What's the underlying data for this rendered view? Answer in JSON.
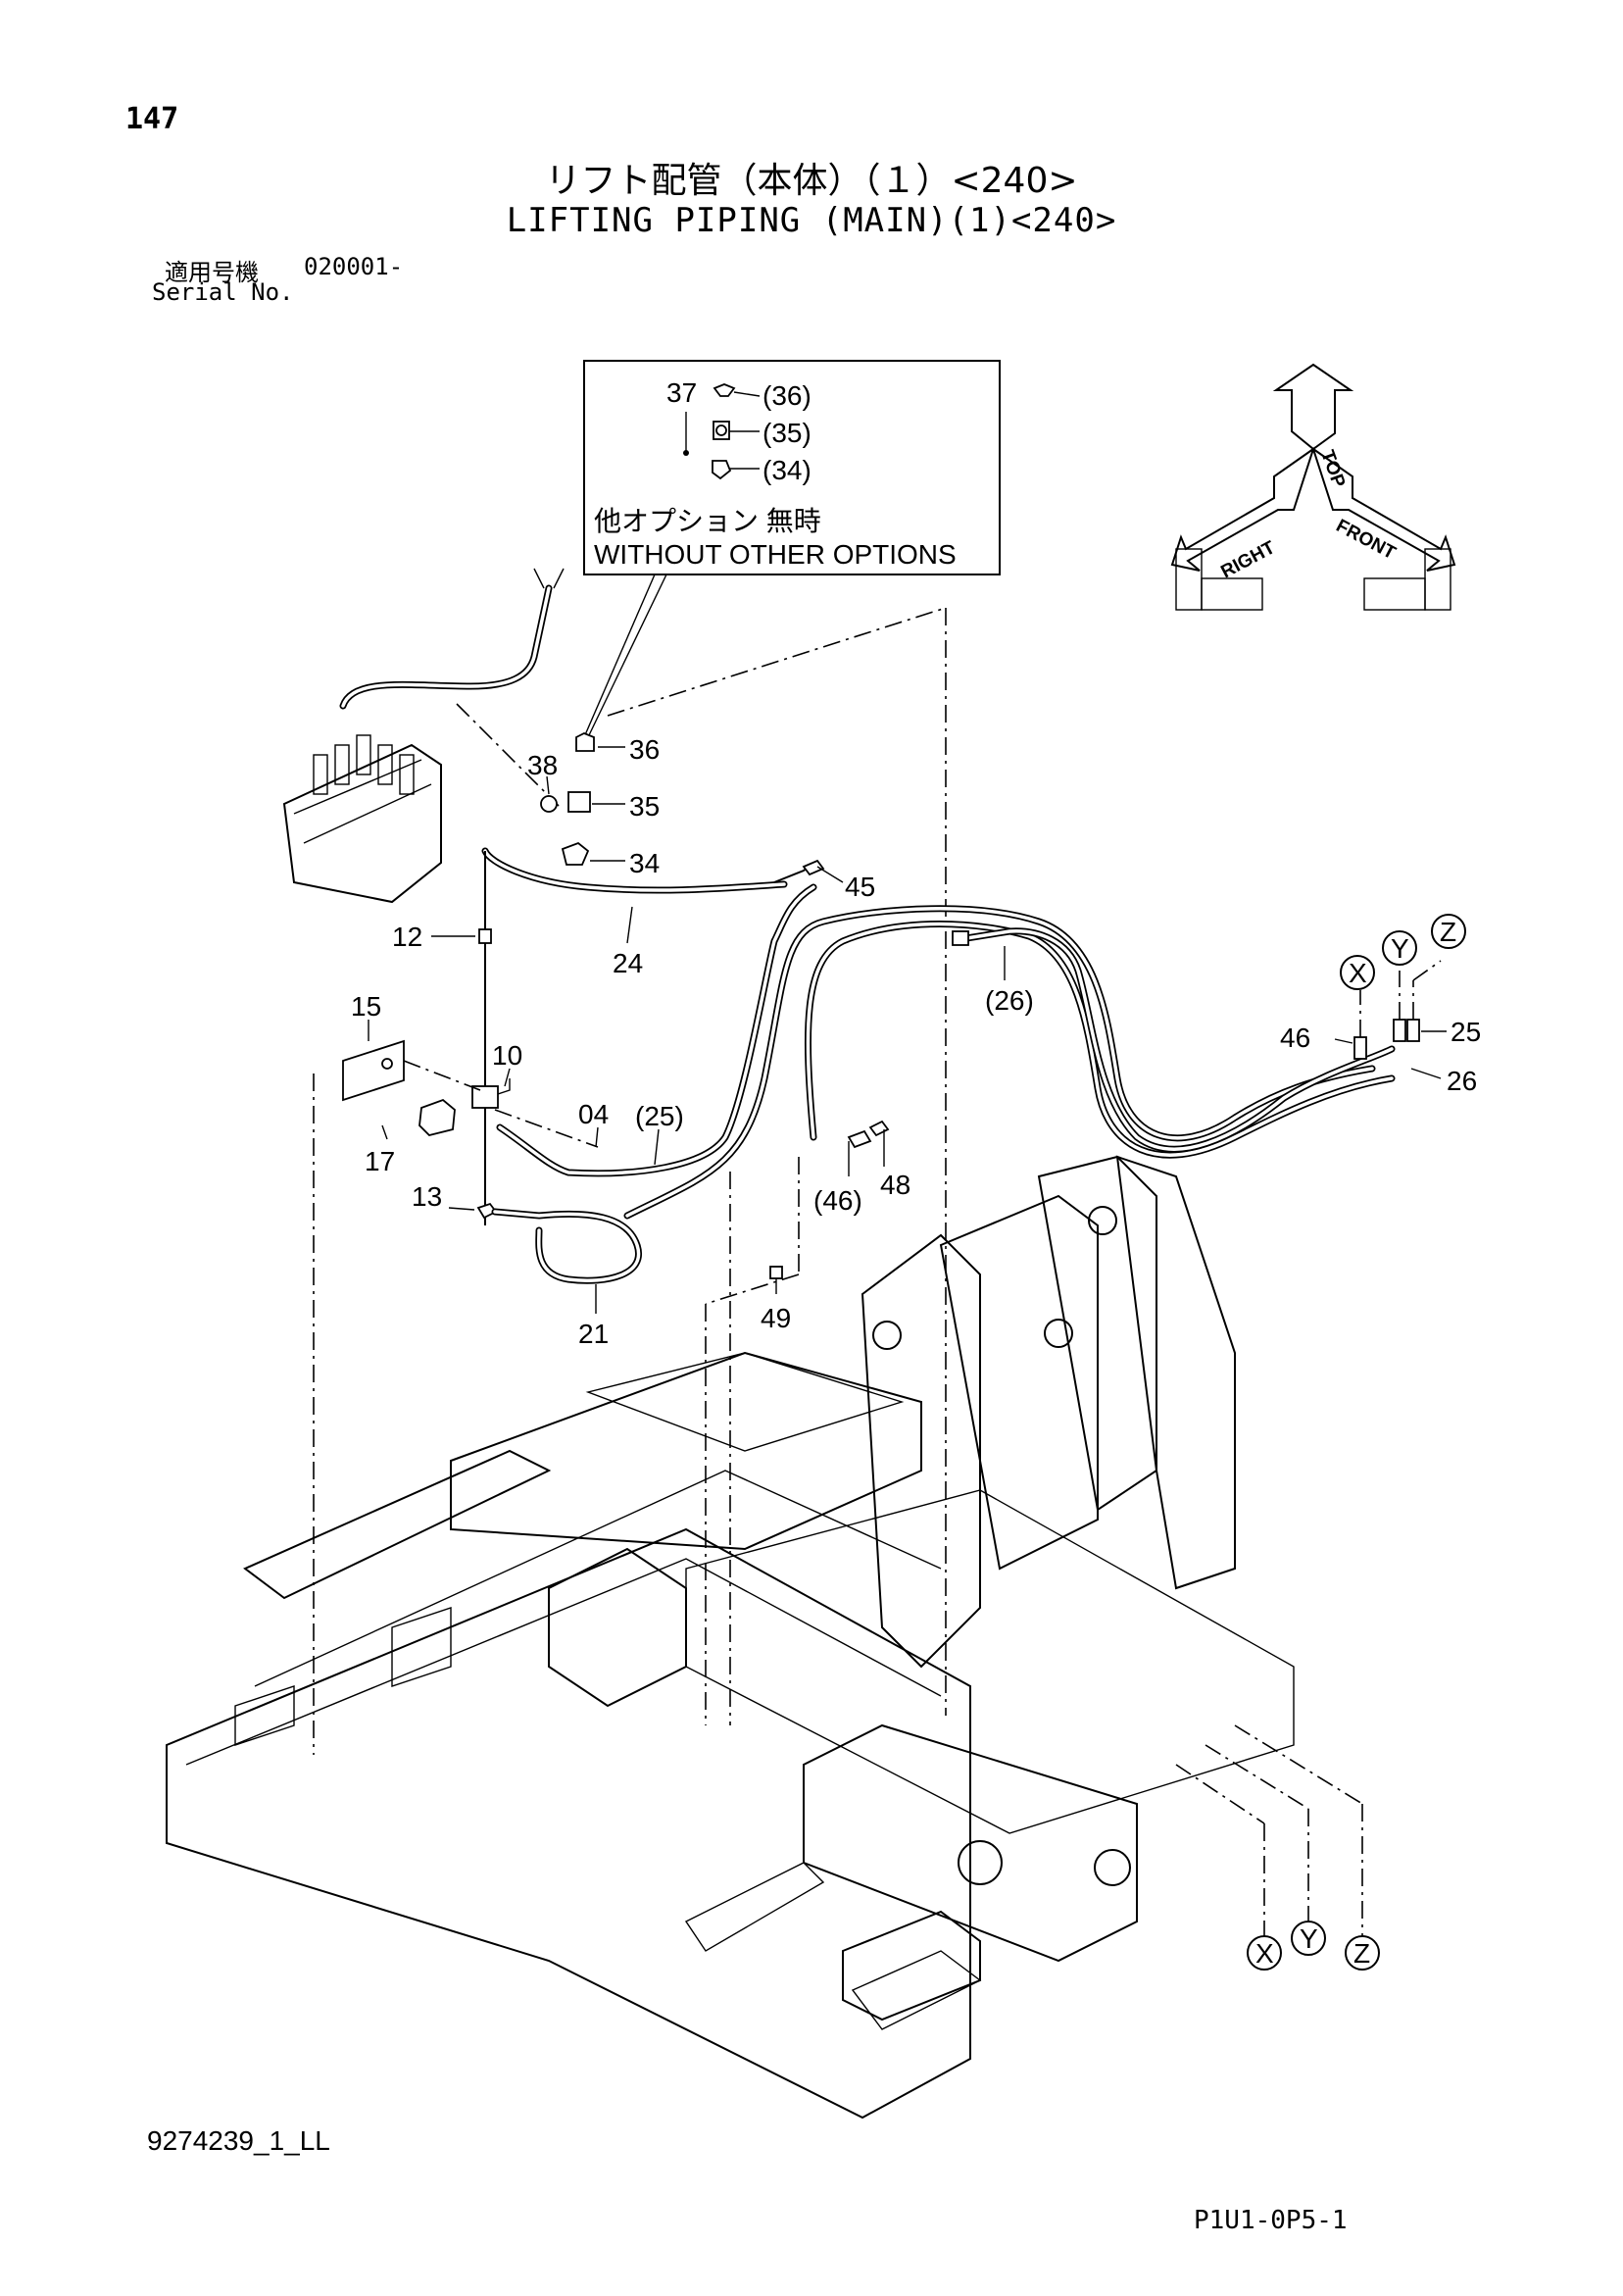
{
  "page_number": "147",
  "title_jp": "リフト配管（本体）（１）<240>",
  "title_en": "LIFTING PIPING (MAIN)(1)<240>",
  "serial_label_jp": "適用号機",
  "serial_value": "020001-",
  "serial_label_en": "Serial No.",
  "inset": {
    "labels": [
      "37",
      "(36)",
      "(35)",
      "(34)"
    ],
    "note_jp": "他オプション 無時",
    "note_en": "WITHOUT OTHER OPTIONS"
  },
  "orientation": {
    "top": "TOP",
    "right": "RIGHT",
    "front": "FRONT"
  },
  "callouts": {
    "c36": "36",
    "c38": "38",
    "c35": "35",
    "c34": "34",
    "c45": "45",
    "c12": "12",
    "c24": "24",
    "c26p": "(26)",
    "c15": "15",
    "c10": "10",
    "c04": "04",
    "c25p": "(25)",
    "c17": "17",
    "c13": "13",
    "c21": "21",
    "c46p": "(46)",
    "c48": "48",
    "c49": "49",
    "c46": "46",
    "c25": "25",
    "c26": "26"
  },
  "connectors": {
    "x": "X",
    "y": "Y",
    "z": "Z"
  },
  "footer_left": "9274239_1_LL",
  "footer_right": "P1U1-0P5-1"
}
